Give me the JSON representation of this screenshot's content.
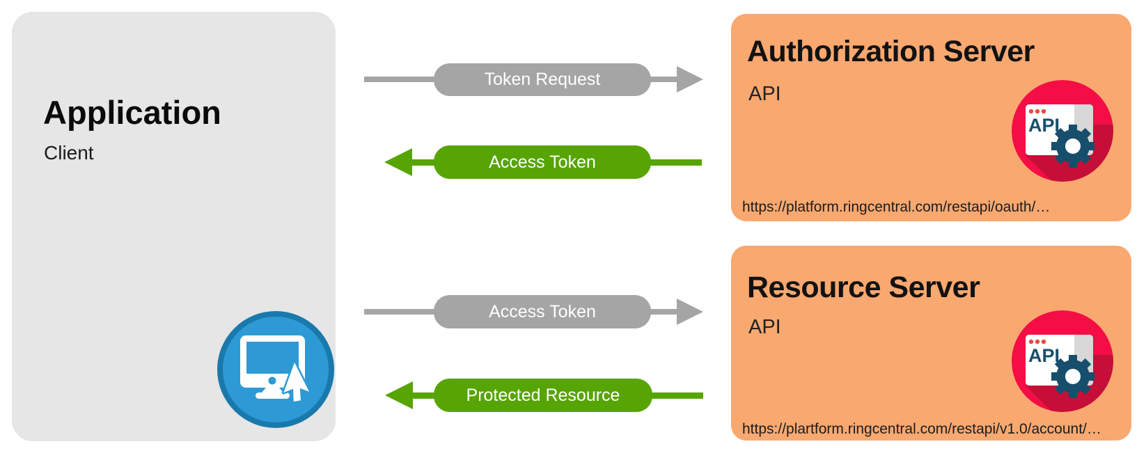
{
  "diagram": {
    "application": {
      "title": "Application",
      "subtitle": "Client",
      "icon": "computer-cursor-icon"
    },
    "flows": [
      {
        "label": "Token Request",
        "direction": "right",
        "color": "#a5a5a5"
      },
      {
        "label": "Access Token",
        "direction": "left",
        "color": "#57a405"
      },
      {
        "label": "Access Token",
        "direction": "right",
        "color": "#a5a5a5"
      },
      {
        "label": "Protected Resource",
        "direction": "left",
        "color": "#57a405"
      }
    ],
    "servers": [
      {
        "title": "Authorization Server",
        "subtitle": "API",
        "url": "https://platform.ringcentral.com/restapi/oauth/…",
        "icon": "api-window-gear-icon"
      },
      {
        "title": "Resource Server",
        "subtitle": "API",
        "url": "https://plartform.ringcentral.com/restapi/v1.0/account/…",
        "icon": "api-window-gear-icon"
      }
    ],
    "colors": {
      "application_box": "#e6e6e6",
      "server_box": "#f9a870",
      "gray_arrow": "#a5a5a5",
      "green_arrow": "#57a405",
      "api_icon_red": "#f40e45",
      "api_icon_shadow": "#c60f38",
      "api_icon_navy": "#174e6b",
      "client_icon_blue": "#2d9ad6",
      "client_icon_blue_border": "#1a79ab"
    }
  }
}
